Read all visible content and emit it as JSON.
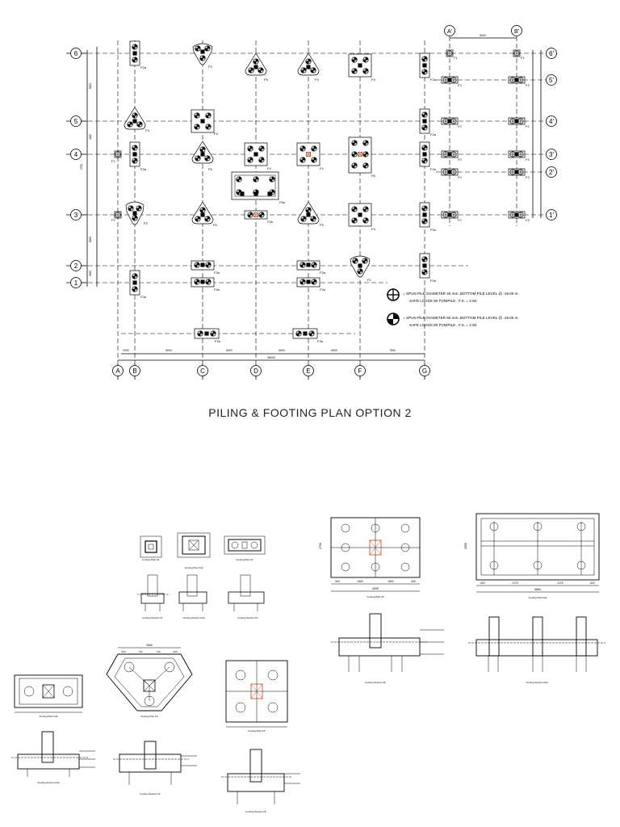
{
  "title": "PILING & FOOTING PLAN OPTION 2",
  "grid": {
    "cols": [
      "A",
      "B",
      "C",
      "D",
      "E",
      "F",
      "G"
    ],
    "cols_right": [
      "A'",
      "B'"
    ],
    "rows": [
      "6",
      "5",
      "4",
      "3",
      "2",
      "1"
    ],
    "rows_right": [
      "6'",
      "5'",
      "4'",
      "3'",
      "2'",
      "1'"
    ],
    "col_spacings": [
      "2000",
      "6000",
      "6000",
      "6000",
      "6000",
      "7500"
    ],
    "total_width": "36000",
    "right_spacing": "6000",
    "left_dims": [
      "8000",
      "4000",
      "2700",
      "8000",
      "3000"
    ]
  },
  "footing_labels": {
    "F1": "F1",
    "F2": "F2",
    "F2a": "F2a",
    "F3": "F3",
    "F4": "F4",
    "F5": "F5",
    "F6": "F6",
    "F6a": "F6a"
  },
  "legend": {
    "spun40_line1": "= SPUN PILE DIAMETER 40 mm.,BOTTOM PILE LEVEL @ -19.00 m.",
    "spun40_line2": "SAFE LOADS 50 TON/PILE , F.S. = 2.50",
    "spun60_line1": "= SPUN PILE DIAMETER 60 mm.,BOTTOM PILE LEVEL @ -19.00 m.",
    "spun60_line2": "SAFE LOADS 80 TON/PILE , F.S. = 2.50"
  },
  "details": {
    "plan_f6": {
      "caption": "Footing Plan F6",
      "w": "4000",
      "h": "2700",
      "dims": [
        "600",
        "1500",
        "1500",
        "600"
      ]
    },
    "plan_f6a": {
      "caption": "Footing Plan F6a",
      "w": "5850",
      "h": "2550",
      "dims": [
        "600",
        "2175",
        "2175",
        "600"
      ]
    },
    "section_f6": "Footing Section F6",
    "section_f6a": "Footing Section F6a",
    "plan_f1": "Footing Plan F1",
    "plan_f2a_small": "Footing Plan F2a",
    "plan_f2": "Footing Plan F2",
    "section_f1": "Footing Section F1",
    "section_f2a_small": "Footing Section F2a",
    "section_f2": "Footing Section F2",
    "plan_f2a": "Footing Plan F2a",
    "plan_f3": {
      "caption": "Footing Plan F3",
      "w": "2660",
      "dims": [
        "600",
        "730",
        "730",
        "600"
      ]
    },
    "plan_f5": "Footing Plan F5",
    "section_f2a": "Footing Section F2a",
    "section_f3": "Footing Section F3",
    "section_f5": "Footing Section F5"
  }
}
